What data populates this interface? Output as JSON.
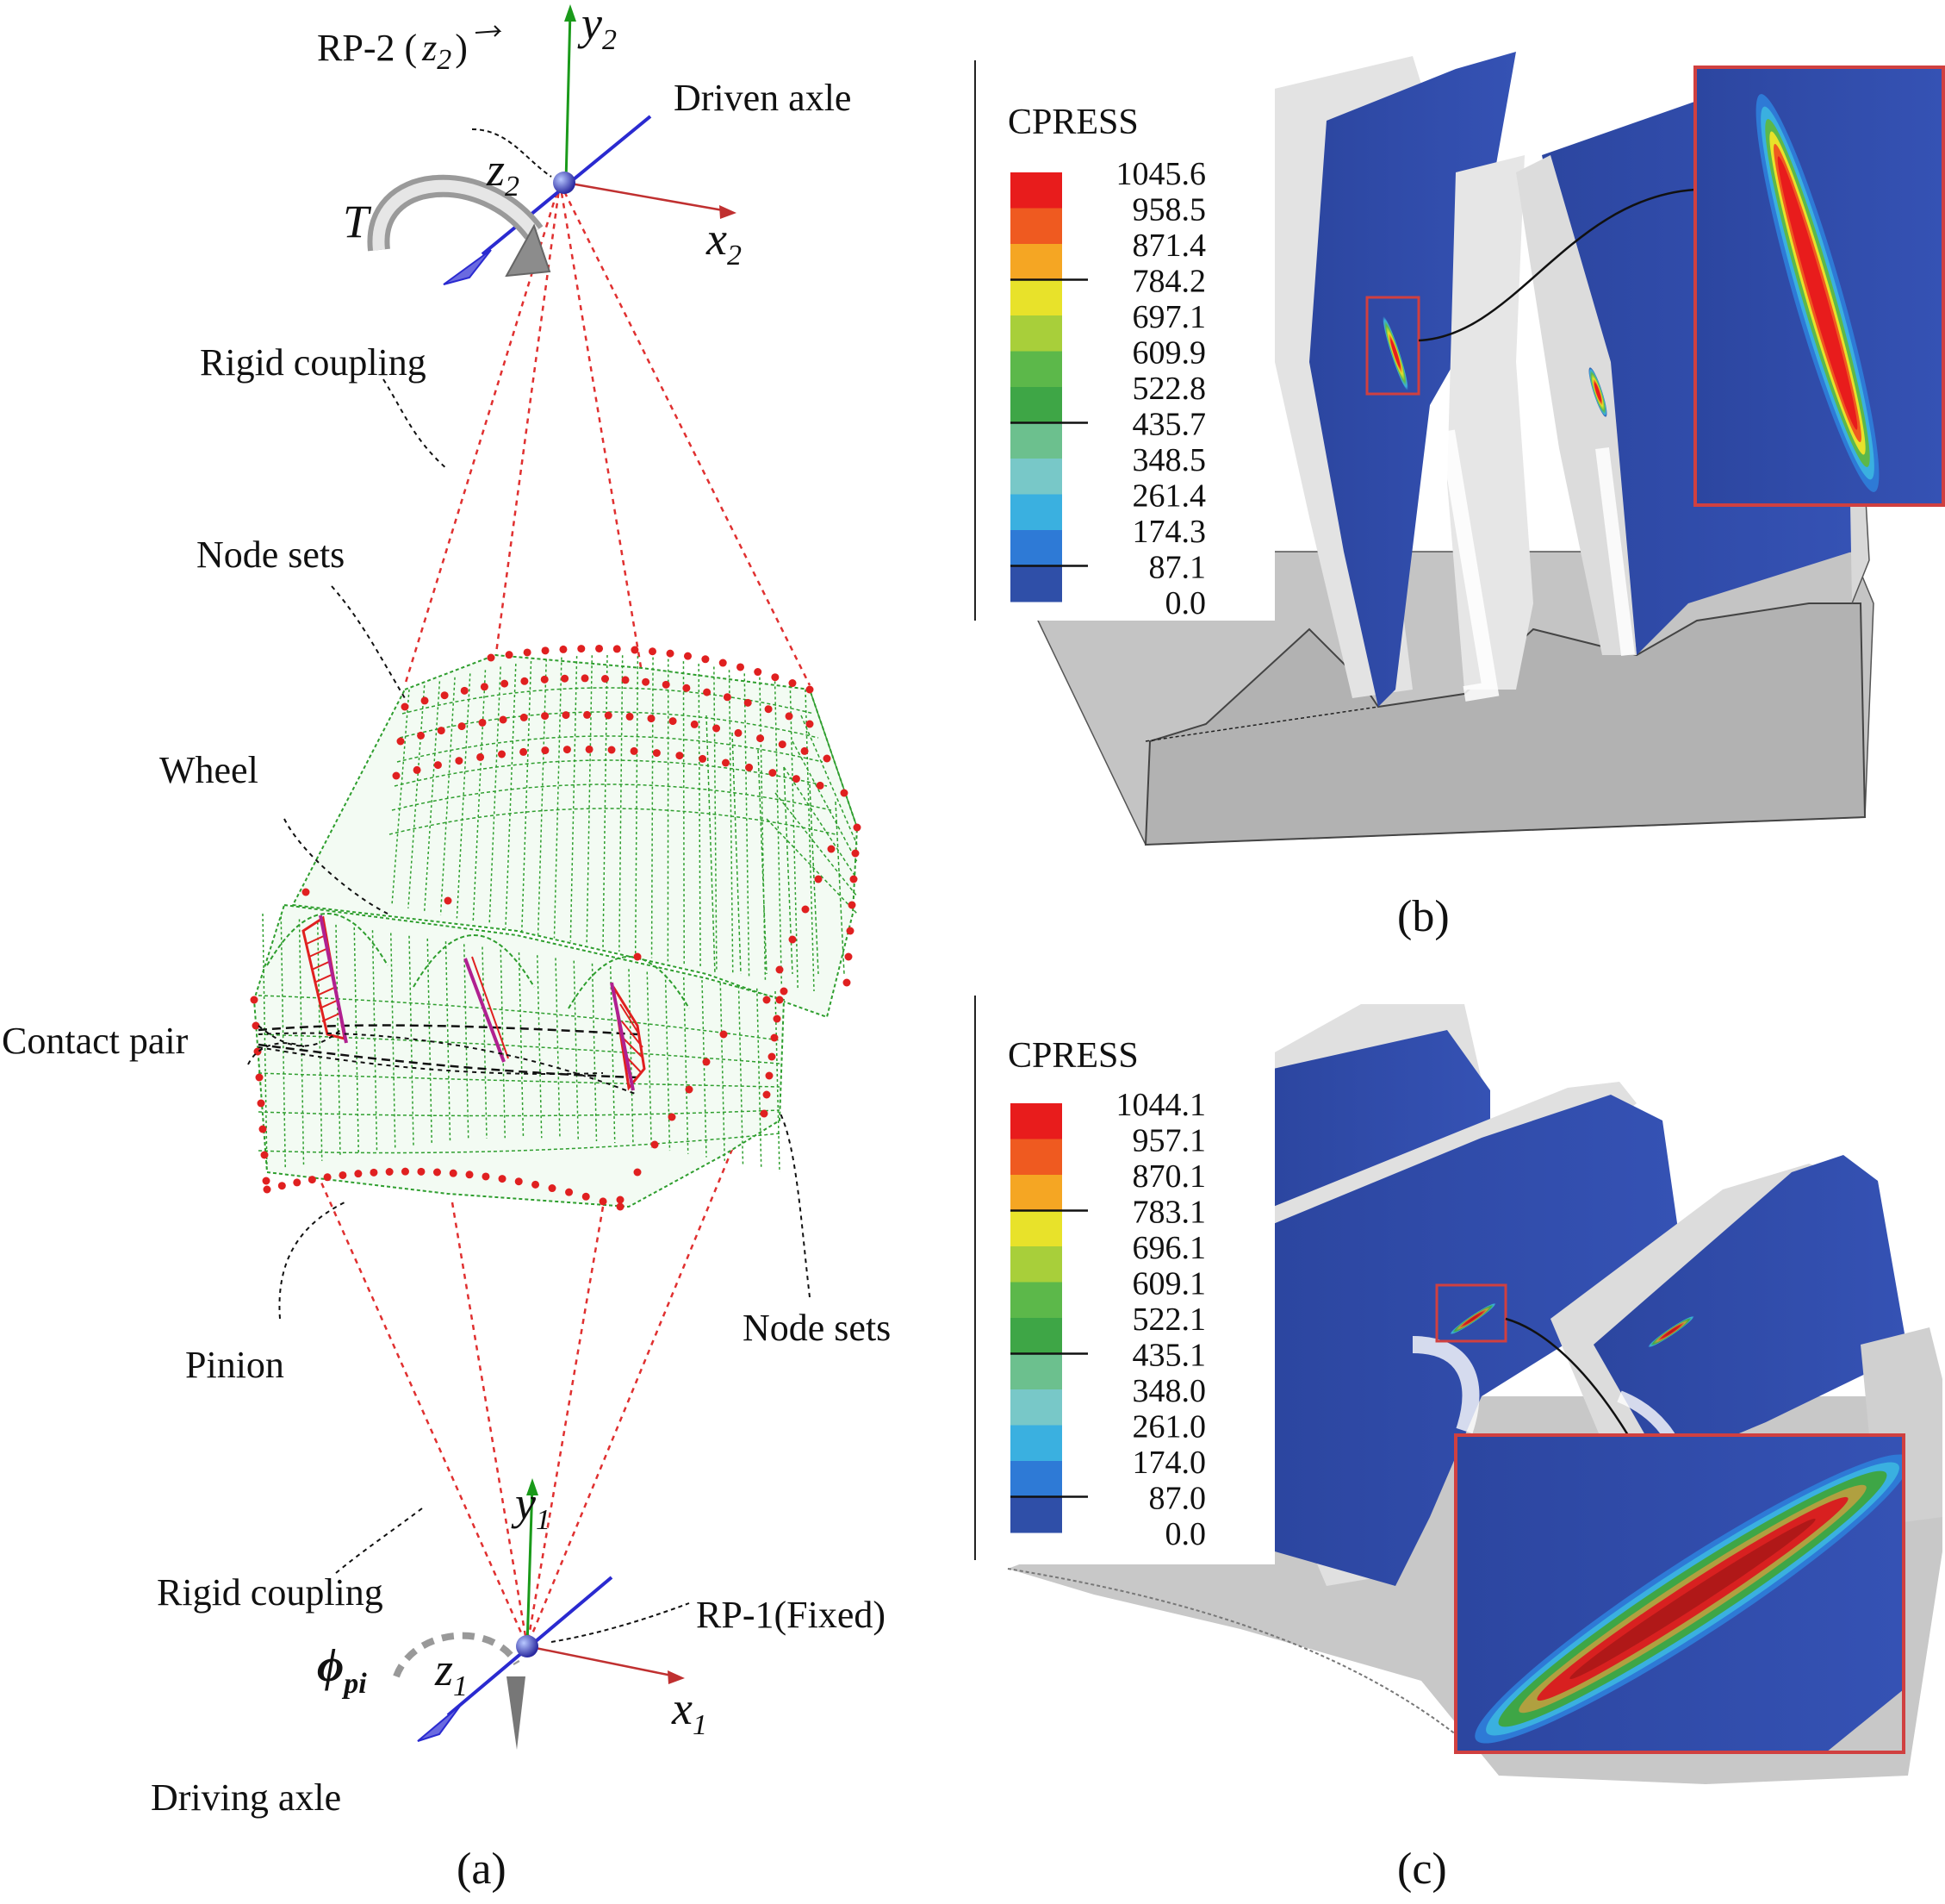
{
  "panel_a": {
    "caption": "(a)",
    "labels": {
      "rp2": "RP-2 (",
      "rp2_axis": "z",
      "rp2_axis_sub": "2",
      "rp2_close": ")",
      "driven_axle": "Driven axle",
      "torque": "T",
      "rigid_coupling_top": "Rigid coupling",
      "node_sets_top": "Node sets",
      "wheel": "Wheel",
      "contact_pair": "Contact pair",
      "pinion": "Pinion",
      "node_sets_bottom": "Node sets",
      "rigid_coupling_bottom": "Rigid coupling",
      "rp1": "RP-1(Fixed)",
      "phi": "ϕ",
      "phi_sub": "pi",
      "driving_axle": "Driving axle"
    },
    "axes_top": {
      "y": "y",
      "y_sub": "2",
      "z": "z",
      "z_sub": "2",
      "x": "x",
      "x_sub": "2"
    },
    "axes_bottom": {
      "y": "y",
      "y_sub": "1",
      "z": "z",
      "z_sub": "1",
      "x": "x",
      "x_sub": "1"
    },
    "colors": {
      "mesh_green": "#2e9e2e",
      "node_red": "#e02020",
      "coupling_red": "#e03030",
      "axis_blue": "#2a2ad0",
      "axis_green": "#1a9a1a",
      "axis_red": "#c03030",
      "arrow_gray": "#999999"
    }
  },
  "panel_b": {
    "caption": "(b)",
    "legend_title": "CPRESS",
    "values": [
      "1045.6",
      "958.5",
      "871.4",
      "784.2",
      "697.1",
      "609.9",
      "522.8",
      "435.7",
      "348.5",
      "261.4",
      "174.3",
      "87.1",
      "0.0"
    ]
  },
  "panel_c": {
    "caption": "(c)",
    "legend_title": "CPRESS",
    "values": [
      "1044.1",
      "957.1",
      "870.1",
      "783.1",
      "696.1",
      "609.1",
      "522.1",
      "435.1",
      "348.0",
      "261.0",
      "174.0",
      "87.0",
      "0.0"
    ]
  },
  "colorbar_colors": [
    "#e81c1c",
    "#ef5a20",
    "#f5a623",
    "#e8e22a",
    "#a8cf3a",
    "#5cb84a",
    "#3ea646",
    "#6cc08e",
    "#78c8c8",
    "#3ab0e0",
    "#2e7ad6",
    "#2f4fa8"
  ],
  "surface_colors": {
    "tooth_blue": "#2f4ba6",
    "gray_face": "#c8c8c8",
    "light_face": "#e6e6e6",
    "zoom_frame": "#d04040"
  }
}
